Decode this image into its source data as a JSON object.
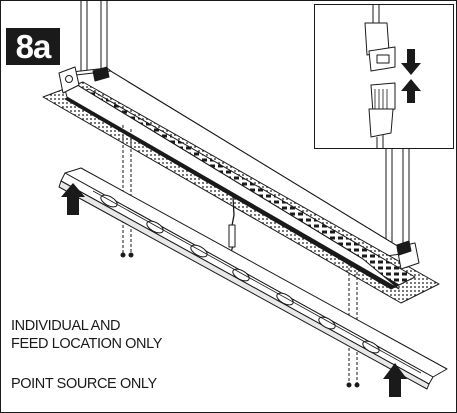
{
  "step_label": "8a",
  "notes": {
    "individual_feed_line1": "INDIVIDUAL AND",
    "individual_feed_line2": "FEED LOCATION ONLY",
    "point_source": "POINT SOURCE ONLY"
  },
  "icons": {
    "inset_down_arrow": "arrow-down-icon",
    "inset_up_arrow": "arrow-up-icon",
    "left_lift_arrow": "arrow-up-icon",
    "right_lift_arrow": "arrow-up-icon"
  },
  "colors": {
    "ink": "#1a1a1a",
    "badge_bg": "#1a1a1a",
    "badge_text": "#ffffff"
  }
}
